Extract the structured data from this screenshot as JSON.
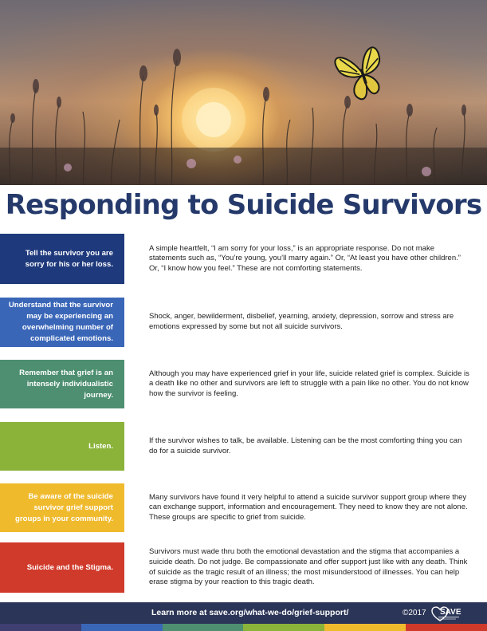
{
  "title": "Responding to Suicide Survivors",
  "rows": [
    {
      "label": "Tell the survivor you are sorry for his or her loss.",
      "text": "A simple heartfelt, “I am sorry for your loss,” is an appropriate response. Do not make statements such as, “You’re young, you’ll marry again.”  Or, “At least you have other children.” Or, “I know how you feel.”  These are not comforting statements.",
      "color": "#1f3a7c"
    },
    {
      "label": "Understand that the survivor may be experiencing an overwhelming number of complicated emotions.",
      "text": "Shock, anger, bewilderment, disbelief, yearning, anxiety, depression, sorrow and stress are emotions expressed by some but not all suicide survivors.",
      "color": "#3a66b8"
    },
    {
      "label": "Remember that grief is an intensely individualistic journey.",
      "text": "Although you may have experienced grief in your life, suicide related grief is complex.  Suicide is a death like no other and survivors are left to struggle with a pain like no other.   You do not know how the survivor is feeling.",
      "color": "#4d8f70"
    },
    {
      "label": "Listen.",
      "text": "If the survivor wishes to talk, be available.  Listening can be the most comforting thing you can do for a suicide survivor.",
      "color": "#8bb33a"
    },
    {
      "label": "Be aware of the suicide survivor grief support groups in your community.",
      "text": "Many survivors have found it very helpful to attend a suicide survivor support group where they can exchange support, information and encouragement.  They need to know they are not alone. These groups are specific to grief from suicide.",
      "color": "#f0ba2d"
    },
    {
      "label": "Suicide and the Stigma.",
      "text": "Survivors must wade thru both the emotional devastation and the stigma that accompanies a suicide death.  Do not judge. Be compassionate and offer support just like with any death.  Think of suicide as the tragic result of an illness; the most misunderstood of illnesses.  You can help erase stigma by your reaction to this tragic death.",
      "color": "#d03a2b"
    }
  ],
  "footer": {
    "link_text": "Learn more at save.org/what-we-do/grief-support/",
    "copyright": "©2017",
    "logo_text": "SAVE",
    "background": "#2b3557"
  },
  "color_bar": [
    "#3f3f72",
    "#3a66b8",
    "#4d8f70",
    "#8bb33a",
    "#f0ba2d",
    "#d03a2b"
  ]
}
